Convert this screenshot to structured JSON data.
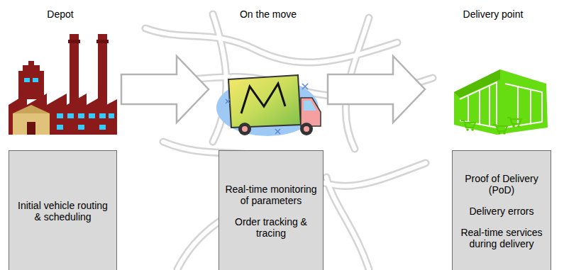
{
  "diagram": {
    "nodes": [
      {
        "text": [
          "Depot"
        ]
      },
      {
        "text": [
          "On the move"
        ]
      },
      {
        "text": [
          "Delivery point"
        ]
      },
      {
        "text": [
          "Initial vehicle routing & scheduling"
        ]
      },
      {
        "text": [
          "Real-time monitoring of parameters",
          "Order tracking & tracing"
        ]
      },
      {
        "text": [
          "Proof of Delivery (PoD)",
          "Delivery errors",
          "Real-time services during delivery"
        ]
      }
    ],
    "edges": [
      {
        "from": 0,
        "to": 1,
        "arrow": "to"
      },
      {
        "from": 1,
        "to": 2,
        "arrow": "to"
      }
    ]
  }
}
